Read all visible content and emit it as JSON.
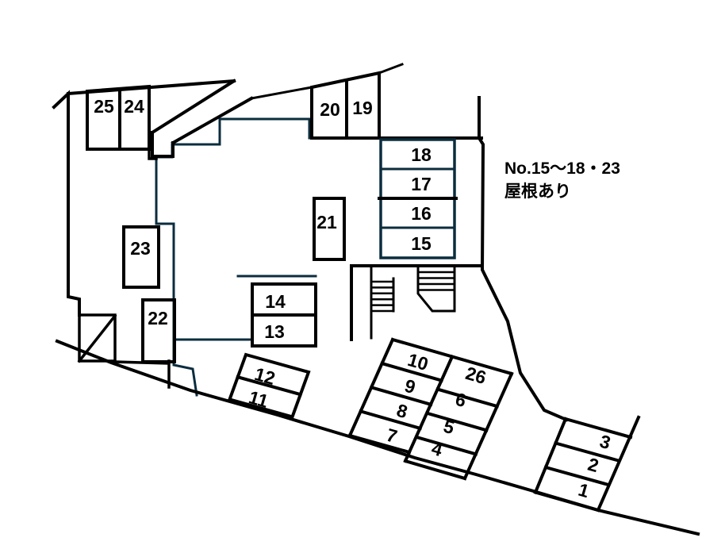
{
  "note": {
    "line1": "No.15～18・23",
    "line2": "屋根あり"
  },
  "spaces": {
    "s1": "1",
    "s2": "2",
    "s3": "3",
    "s4": "4",
    "s5": "5",
    "s6": "6",
    "s7": "7",
    "s8": "8",
    "s9": "9",
    "s10": "10",
    "s11": "11",
    "s12": "12",
    "s13": "13",
    "s14": "14",
    "s15": "15",
    "s16": "16",
    "s17": "17",
    "s18": "18",
    "s19": "19",
    "s20": "20",
    "s21": "21",
    "s22": "22",
    "s23": "23",
    "s24": "24",
    "s25": "25",
    "s26": "26"
  },
  "colors": {
    "outline": "#000000",
    "inner": "#0b2d3e"
  }
}
